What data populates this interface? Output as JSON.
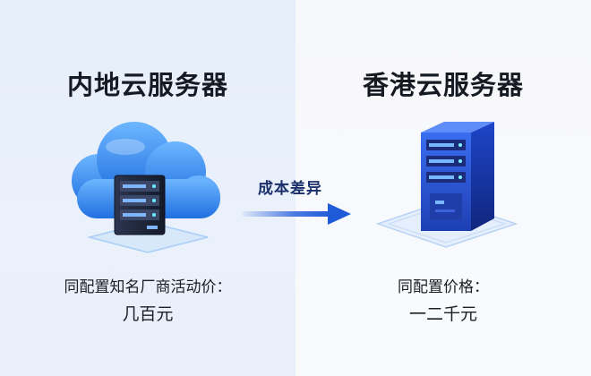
{
  "left": {
    "title": "内地云服务器",
    "caption_line1": "同配置知名厂商活动价：",
    "caption_line2": "几百元",
    "illustration_icon": "cloud-server-icon"
  },
  "right": {
    "title": "香港云服务器",
    "caption_line1": "同配置价格：",
    "caption_line2": "一二千元",
    "illustration_icon": "server-rack-icon"
  },
  "arrow": {
    "label": "成本差异",
    "icon": "arrow-right-icon"
  },
  "colors": {
    "cloud": "#2d7fe6",
    "server_dark": "#1d2435",
    "server_blue": "#2a56d6",
    "arrow": "#1f5ad8"
  }
}
